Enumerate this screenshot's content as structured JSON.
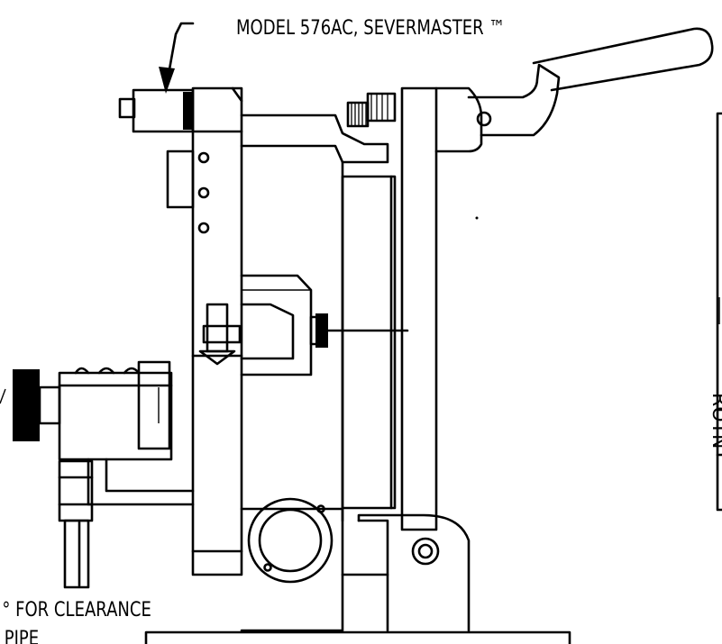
{
  "labels": {
    "model": "MODEL 576AC, SEVERMASTER ™",
    "clearance": "° FOR CLEARANCE",
    "pipe": "PIPE",
    "rotation": "ROTN"
  },
  "colors": {
    "line": "#000000",
    "background": "#ffffff"
  }
}
